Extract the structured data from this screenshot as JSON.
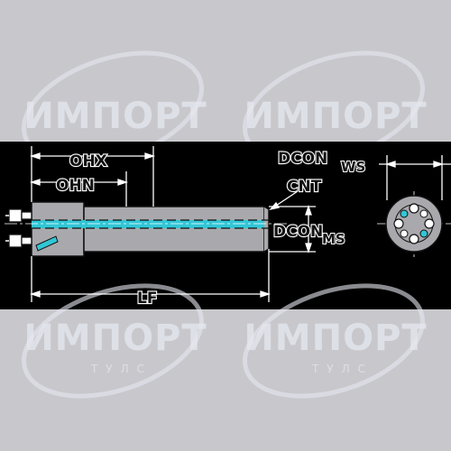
{
  "labels": {
    "ohx": "OHX",
    "ohn": "OHN",
    "cnt": "CNT",
    "lf": "LF",
    "dcon_ws_main": "DCON",
    "dcon_ws_sub": "WS",
    "dcon_ms_main": "DCON",
    "dcon_ms_sub": "MS"
  },
  "watermark": {
    "main": "ИМПОРТ",
    "sub": "ТУЛС"
  },
  "colors": {
    "band": "#000000",
    "body": "#a9a9ad",
    "coolant": "#31c6d6",
    "watermark": "#e6e8f0"
  }
}
